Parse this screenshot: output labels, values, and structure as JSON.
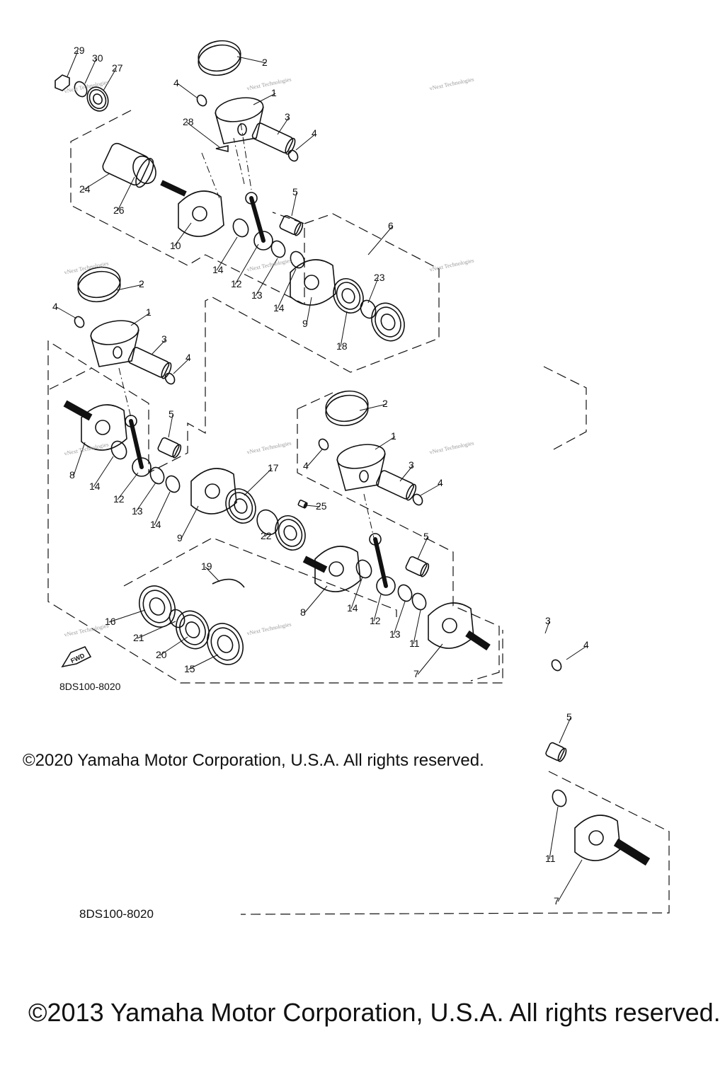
{
  "diagram": {
    "part_numbers": [
      "1",
      "2",
      "3",
      "4",
      "5",
      "6",
      "7",
      "8",
      "9",
      "10",
      "11",
      "12",
      "13",
      "14",
      "15",
      "16",
      "17",
      "18",
      "19",
      "20",
      "21",
      "22",
      "23",
      "24",
      "25",
      "26",
      "27",
      "28",
      "29",
      "30"
    ],
    "fwd_label": "FWD",
    "watermark_text": "vNext Technologies",
    "colors": {
      "line": "#111111",
      "background": "#ffffff",
      "watermark": "#9a9a9a"
    }
  },
  "footer": {
    "diagram_code_1": "8DS100-8020",
    "diagram_code_2": "8DS100-8020",
    "copyright_2020": "©2020 Yamaha Motor Corporation, U.S.A. All rights reserved.",
    "copyright_2013": "©2013 Yamaha Motor Corporation, U.S.A. All rights reserved."
  }
}
